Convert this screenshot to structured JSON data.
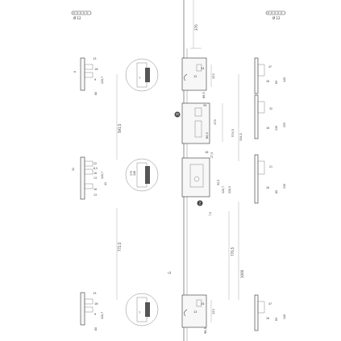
{
  "roller": {
    "left": "Ø 12",
    "right": "Ø 12"
  },
  "dims": {
    "d370": "370",
    "d123": "123",
    "d98_5": "98,5",
    "d591_5": "591,5",
    "d772_5": "772,5",
    "d574_5": "574,5",
    "d334_5": "334,5",
    "d170": "170",
    "d86_5": "86,5",
    "d27_5": "27,5",
    "d120_7": "120,7",
    "d220_5": "220,5",
    "d770_5": "770,5",
    "d1000": "1000",
    "d7_5": "7,5",
    "d60": "60",
    "d12": "12",
    "d24": "24",
    "d35": "35",
    "dG": "G",
    "d16": "16",
    "d6_5": "6,5",
    "d13": "13",
    "d9": "9",
    "d7": "7",
    "d41": "41",
    "d32": "32",
    "d31": "31",
    "d22": "22",
    "d8": "8",
    "d47": "47",
    "d65": "65",
    "d140": "140",
    "d130": "130",
    "d255": "255",
    "d230": "230",
    "d21": "21",
    "d175": "175",
    "d106": "106",
    "d92_5": "92,5"
  },
  "markers": {
    "m1": "M",
    "m2": "2"
  }
}
